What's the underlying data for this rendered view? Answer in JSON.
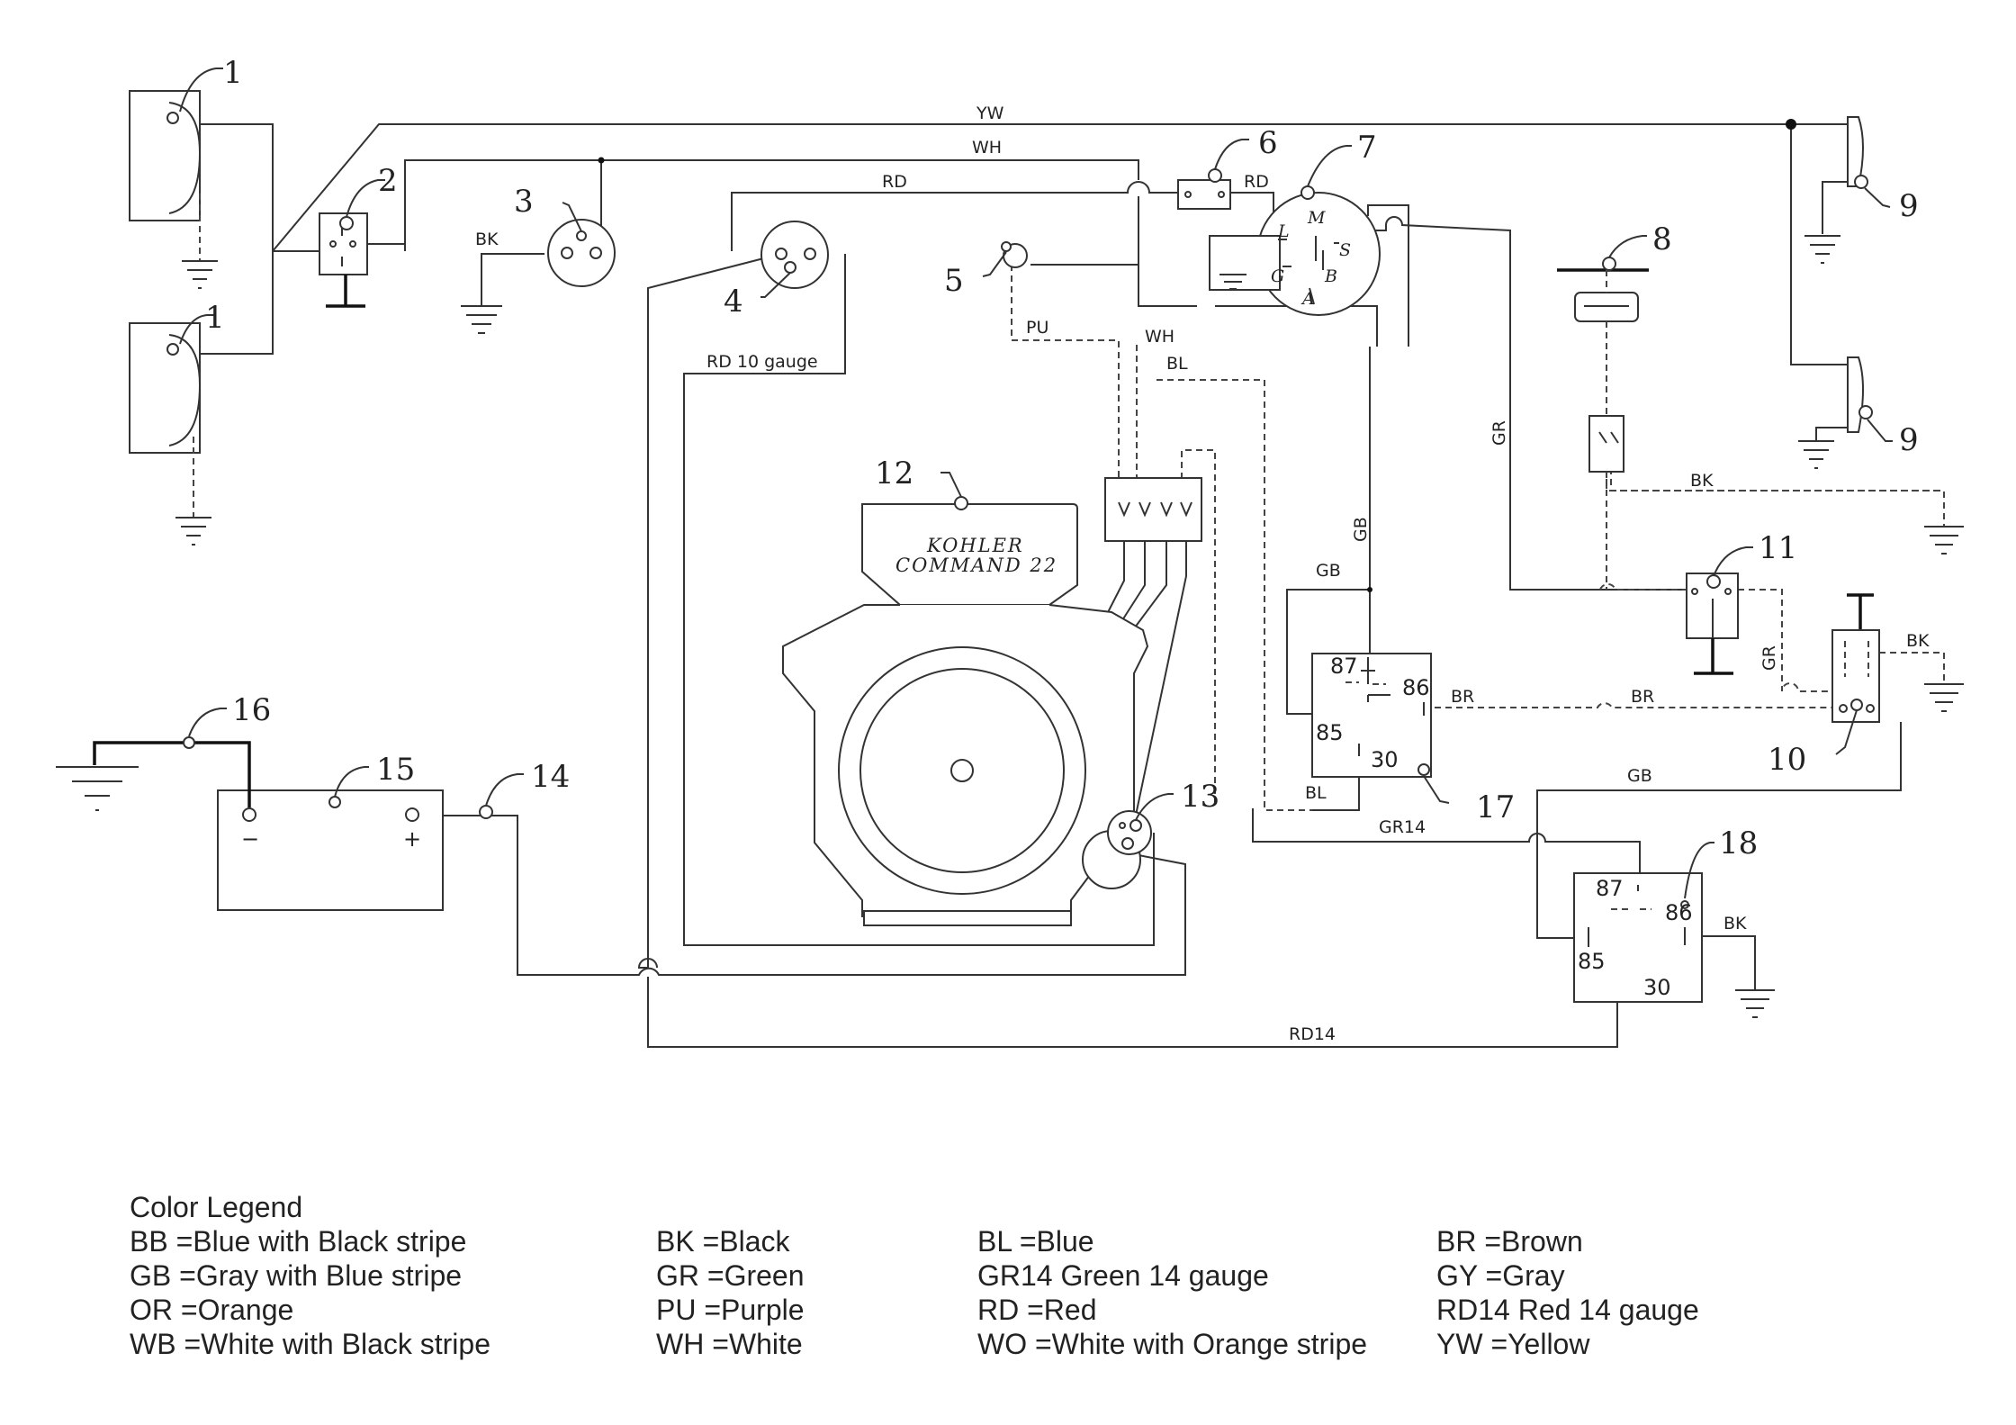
{
  "callouts": [
    "1",
    "1",
    "2",
    "3",
    "4",
    "5",
    "6",
    "7",
    "8",
    "9",
    "9",
    "10",
    "11",
    "12",
    "13",
    "14",
    "15",
    "16",
    "17",
    "18"
  ],
  "wire_labels": {
    "yw": "YW",
    "wh_top": "WH",
    "rd_top": "RD",
    "rd_sw": "RD",
    "bk_3": "BK",
    "rd10": "RD 10 gauge",
    "pu": "PU",
    "wh_mid": "WH",
    "bl_mid": "BL",
    "gr_8": "GR",
    "bk_8": "BK",
    "gb_v": "GB",
    "gb_h": "GB",
    "br_1": "BR",
    "br_2": "BR",
    "gr_10": "GR",
    "bk_10": "BK",
    "bl_17": "BL",
    "gr14": "GR14",
    "gb_18": "GB",
    "bk_18": "BK",
    "rd14": "RD14"
  },
  "ignition_terminals": [
    "L",
    "M",
    "S",
    "G",
    "B",
    "A"
  ],
  "engine_label": [
    "KOHLER",
    "COMMAND 22"
  ],
  "battery_terminals": [
    "−",
    "+"
  ],
  "relay17_terminals": [
    "87",
    "86",
    "85",
    "30"
  ],
  "relay18_terminals": [
    "87",
    "86",
    "85",
    "30"
  ],
  "legend": {
    "title": "Color Legend",
    "rows": [
      [
        "BB =Blue with Black stripe",
        "BK =Black",
        "BL =Blue",
        "BR =Brown"
      ],
      [
        "GB =Gray with Blue stripe",
        "GR =Green",
        "GR14 Green 14 gauge",
        "GY =Gray"
      ],
      [
        "OR =Orange",
        "PU =Purple",
        "RD =Red",
        "RD14 Red 14 gauge"
      ],
      [
        "WB =White with Black stripe",
        "WH =White",
        "WO =White with Orange stripe",
        "YW =Yellow"
      ]
    ]
  }
}
